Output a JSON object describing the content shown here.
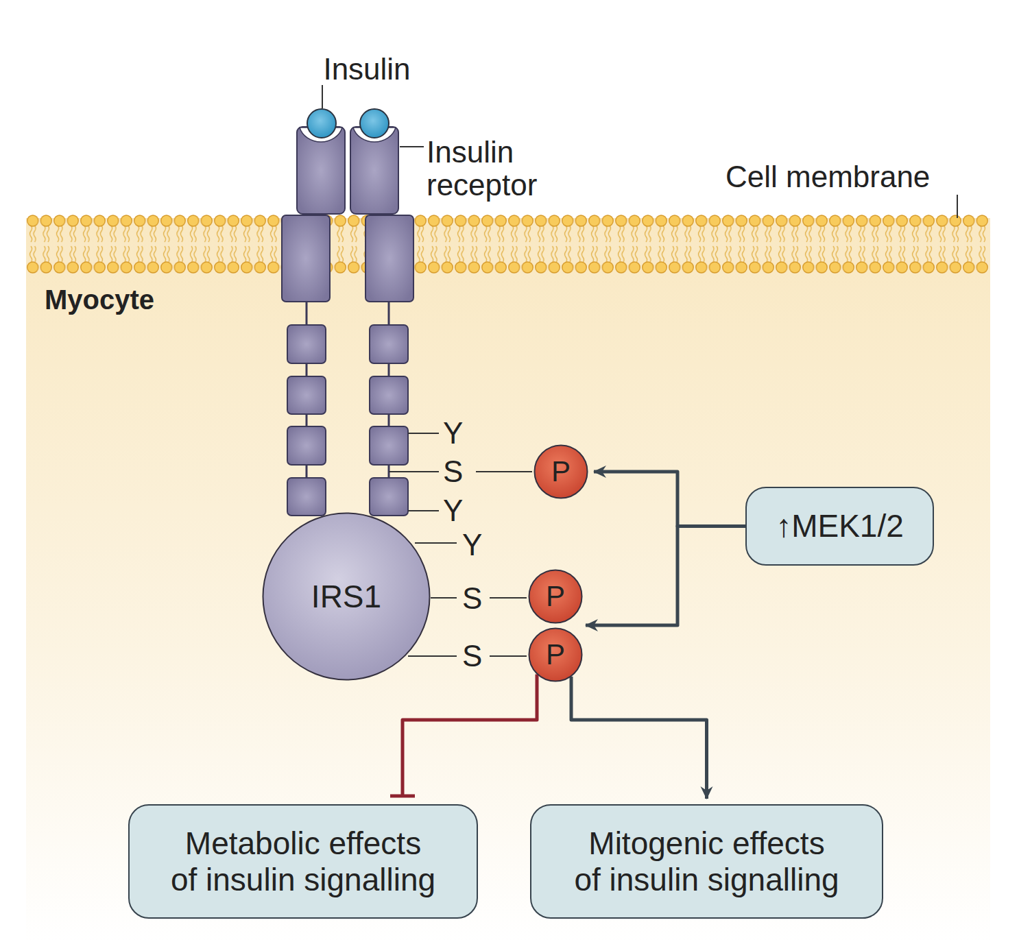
{
  "diagram": {
    "nodes": [
      {
        "text": [
          "IRS1"
        ]
      },
      {
        "text": [
          "P"
        ]
      },
      {
        "text": [
          "P"
        ]
      },
      {
        "text": [
          "P"
        ]
      },
      {
        "text": [
          "↑MEK1/2"
        ]
      },
      {
        "text": [
          "Metabolic effects of insulin signalling"
        ]
      },
      {
        "text": [
          "Mitogenic effects of insulin signalling"
        ]
      }
    ],
    "edges": [
      {
        "from": 4,
        "to": 1,
        "arrow": "to"
      },
      {
        "from": 4,
        "to": 2,
        "arrow": "to"
      },
      {
        "from": 3,
        "to": 5,
        "arrow": "to"
      },
      {
        "from": 3,
        "to": 6,
        "arrow": "to"
      }
    ],
    "labels": [
      "Insulin",
      "Insulin receptor",
      "Cell membrane",
      "Myocyte",
      "Y",
      "S",
      "Y",
      "Y",
      "S",
      "S"
    ]
  }
}
